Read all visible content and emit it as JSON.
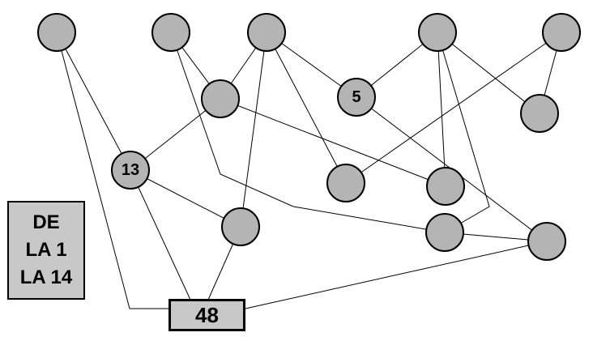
{
  "legend": {
    "lines": [
      "DE",
      "LA 1",
      "LA 14"
    ]
  },
  "result": {
    "value": "48"
  },
  "node_labels": {
    "n5": "5",
    "n13": "13"
  }
}
